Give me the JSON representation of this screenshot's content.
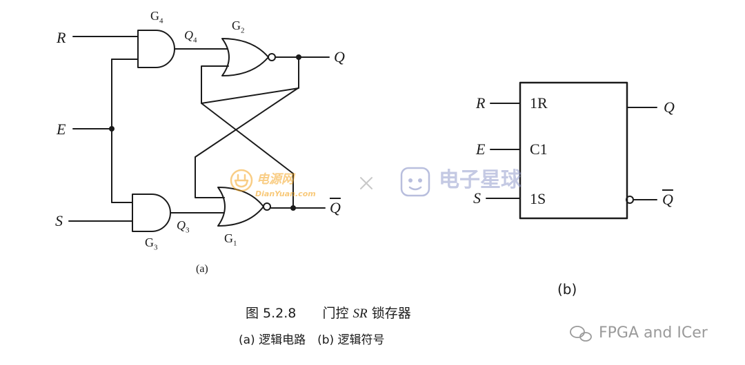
{
  "circuit_a": {
    "input_r": "R",
    "input_e": "E",
    "input_s": "S",
    "output_q": "Q",
    "output_qbar": "Q",
    "gate_g4": "G",
    "gate_g4_sub": "4",
    "gate_g2": "G",
    "gate_g2_sub": "2",
    "gate_g3": "G",
    "gate_g3_sub": "3",
    "gate_g1": "G",
    "gate_g1_sub": "1",
    "wire_q4": "Q",
    "wire_q4_sub": "4",
    "wire_q3": "Q",
    "wire_q3_sub": "3",
    "sublabel": "(a)"
  },
  "symbol_b": {
    "input_r": "R",
    "input_e": "E",
    "input_s": "S",
    "pin_1r": "1R",
    "pin_c1": "C1",
    "pin_1s": "1S",
    "output_q": "Q",
    "output_qbar": "Q",
    "sublabel": "(b)"
  },
  "caption": {
    "figure_number": "图 5.2.8",
    "title_prefix": "门控",
    "title_sr": "SR",
    "title_suffix": "锁存器",
    "line2": "(a) 逻辑电路　(b) 逻辑符号"
  },
  "watermarks": {
    "elecfans_cn": "电源网",
    "elecfans_url": "DianYuan.com",
    "cross": "×",
    "star_name": "电子星球",
    "account": "FPGA and ICer"
  },
  "colors": {
    "ink": "#1a1a1a",
    "watermark_orange": "#f5a623",
    "watermark_blue": "#8a94c8",
    "watermark_gray": "#9a9a9a"
  }
}
